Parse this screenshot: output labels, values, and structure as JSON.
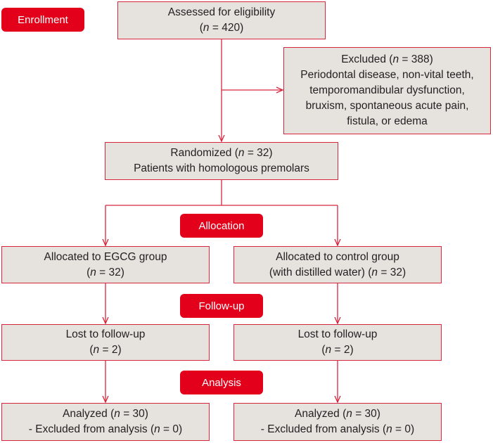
{
  "stages": {
    "enrollment": "Enrollment",
    "allocation": "Allocation",
    "followup": "Follow-up",
    "analysis": "Analysis"
  },
  "n_symbol": "n",
  "boxes": {
    "assessed": {
      "line1": "Assessed for eligibility",
      "line2_pre": "(",
      "line2_eq": " = 420)"
    },
    "excluded": {
      "line1_pre": "Excluded (",
      "line1_eq": " = 388)",
      "lines": [
        "Periodontal disease, non-vital teeth,",
        "temporomandibular dysfunction,",
        "bruxism, spontaneous acute pain,",
        "fistula, or edema"
      ]
    },
    "randomized": {
      "line1_pre": "Randomized (",
      "line1_eq": " = 32)",
      "line2": "Patients with homologous premolars"
    },
    "egcg": {
      "line1": "Allocated to EGCG group",
      "line2_pre": "(",
      "line2_eq": " = 32)"
    },
    "control": {
      "line1": "Allocated to control group",
      "line2_pre": "(with distilled water) (",
      "line2_eq": " = 32)"
    },
    "lost_left": {
      "line1": "Lost to follow-up",
      "line2_pre": "(",
      "line2_eq": " = 2)"
    },
    "lost_right": {
      "line1": "Lost to follow-up",
      "line2_pre": "(",
      "line2_eq": " = 2)"
    },
    "analyzed_left": {
      "line1_pre": "Analyzed (",
      "line1_eq": " = 30)",
      "line2_pre": "- Excluded from analysis (",
      "line2_eq": " = 0)"
    },
    "analyzed_right": {
      "line1_pre": "Analyzed (",
      "line1_eq": " = 30)",
      "line2_pre": "- Excluded from analysis (",
      "line2_eq": " = 0)"
    }
  },
  "colors": {
    "accent": "#e2001a",
    "box_fill": "#e6e3df",
    "line": "#d7263d"
  }
}
